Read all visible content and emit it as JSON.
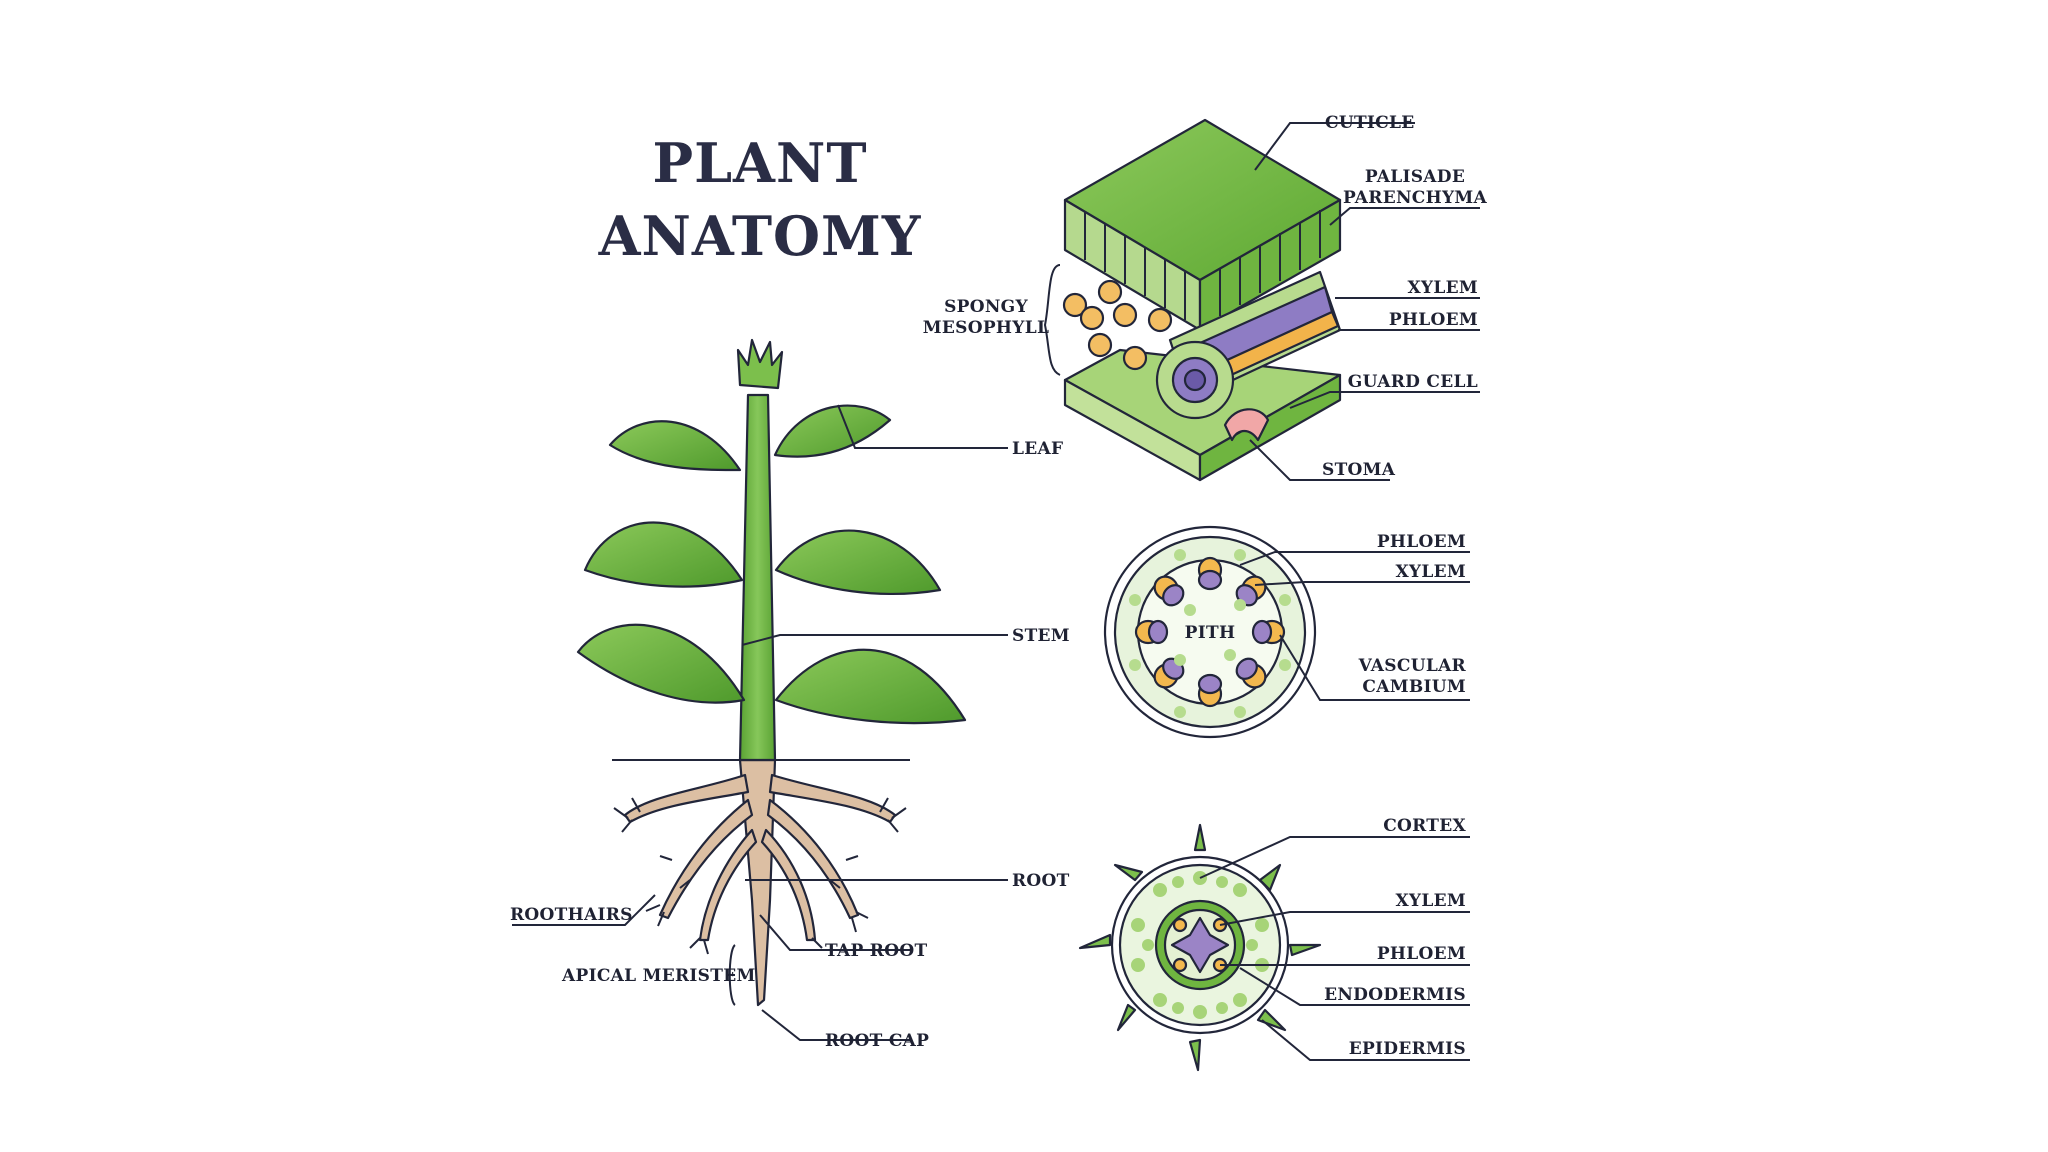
{
  "title": {
    "line1": "PLANT",
    "line2": "ANATOMY"
  },
  "plant_labels": {
    "leaf": "LEAF",
    "stem": "STEM",
    "root": "ROOT",
    "roothairs": "ROOTHAIRS",
    "tap_root": "TAP ROOT",
    "apical_meristem": "APICAL MERISTEM",
    "root_cap": "ROOT CAP"
  },
  "leaf_section_labels": {
    "cuticle": "CUTICLE",
    "palisade_1": "PALISADE",
    "palisade_2": "PARENCHYMA",
    "spongy_1": "SPONGY",
    "spongy_2": "MESOPHYLL",
    "xylem": "XYLEM",
    "phloem": "PHLOEM",
    "guard_cell": "GUARD CELL",
    "stoma": "STOMA"
  },
  "stem_section_labels": {
    "phloem": "PHLOEM",
    "xylem": "XYLEM",
    "pith": "PITH",
    "vascular_1": "VASCULAR",
    "vascular_2": "CAMBIUM"
  },
  "root_section_labels": {
    "cortex": "CORTEX",
    "xylem": "XYLEM",
    "phloem": "PHLOEM",
    "endodermis": "ENDODERMIS",
    "epidermis": "EPIDERMIS"
  },
  "colors": {
    "leaf_green": "#6db53c",
    "light_green": "#a8d67a",
    "dark_green": "#4d8f2a",
    "root_tan": "#d9b99b",
    "purple": "#9b84c6",
    "orange": "#f4b24a",
    "ink": "#22263a"
  }
}
